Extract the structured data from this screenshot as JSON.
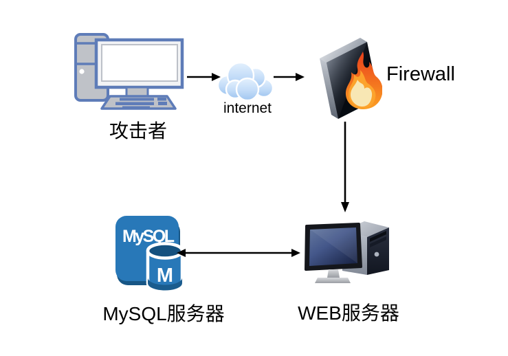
{
  "diagram_type": "network-attack-topology",
  "nodes": {
    "attacker": {
      "label": "攻击者",
      "icon": "desktop-pc"
    },
    "internet": {
      "label": "internet",
      "icon": "cloud"
    },
    "firewall": {
      "label": "Firewall",
      "icon": "black-box-with-flame"
    },
    "web": {
      "label": "WEB服务器",
      "icon": "workstation-with-tower"
    },
    "mysql": {
      "label": "MySQL服务器",
      "icon": "mysql-database",
      "icon_text": "MySQL",
      "icon_letter": "M"
    }
  },
  "edges": [
    {
      "from": "attacker",
      "to": "internet",
      "type": "arrow"
    },
    {
      "from": "internet",
      "to": "firewall",
      "type": "arrow"
    },
    {
      "from": "firewall",
      "to": "web",
      "type": "arrow"
    },
    {
      "from": "mysql",
      "to": "web",
      "type": "double-arrow"
    }
  ],
  "colors": {
    "background": "#ffffff",
    "text": "#000000",
    "arrow": "#000000",
    "pc_border_blue": "#5e7cb8",
    "pc_fill_grey": "#bfc2c8",
    "cloud_blue_light": "#ddebfc",
    "cloud_blue": "#a9ccf2",
    "firewall_black": "#0a0d14",
    "flame_red": "#e8401c",
    "flame_orange": "#f47a20",
    "flame_cream": "#f8e7b4",
    "mysql_blue": "#2878b8",
    "mysql_dark_blue": "#1a5c8e",
    "screen_navy": "#2c3a66"
  }
}
